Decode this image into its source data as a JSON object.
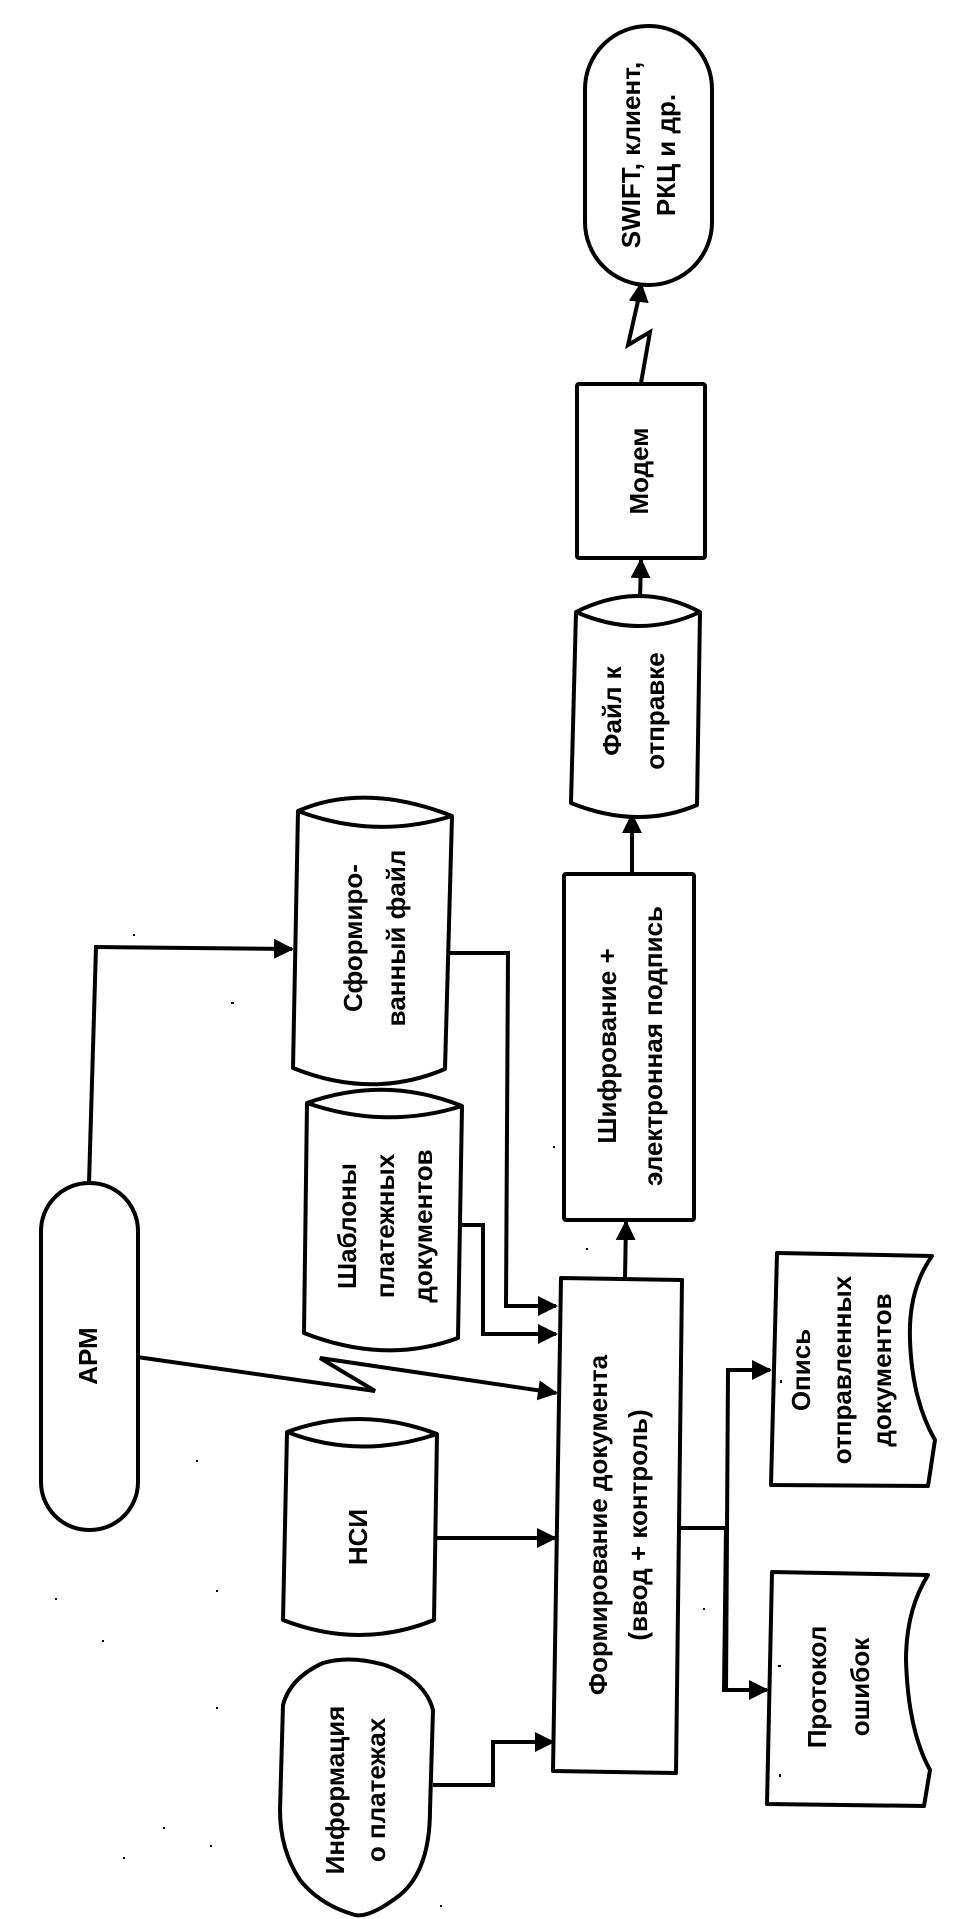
{
  "diagram": {
    "type": "flowchart",
    "orientation": "rotated-90-ccw",
    "colors": {
      "stroke": "#000000",
      "fill": "#ffffff",
      "text": "#000000"
    },
    "nodes": {
      "swift": {
        "shape": "terminator",
        "lines": [
          "SWIFT, клиент,",
          "РКЦ и др."
        ]
      },
      "modem": {
        "shape": "process",
        "lines": [
          "Модем"
        ]
      },
      "file_to_send": {
        "shape": "stored-data",
        "lines": [
          "Файл к",
          "отправке"
        ]
      },
      "encryption": {
        "shape": "process",
        "lines": [
          "Шифрование +",
          "электронная подпись"
        ]
      },
      "formed_file": {
        "shape": "stored-data",
        "lines": [
          "Сформиро-",
          "ванный файл"
        ]
      },
      "templates": {
        "shape": "stored-data",
        "lines": [
          "Шаблоны",
          "платежных",
          "документов"
        ]
      },
      "arm": {
        "shape": "terminator",
        "lines": [
          "АРМ"
        ]
      },
      "nsi": {
        "shape": "stored-data",
        "lines": [
          "НСИ"
        ]
      },
      "payment_info": {
        "shape": "terminator",
        "lines": [
          "Информация",
          "о платежах"
        ]
      },
      "doc_formation": {
        "shape": "process",
        "lines": [
          "Формирование документа",
          "(ввод + контроль)"
        ]
      },
      "sent_inventory": {
        "shape": "document",
        "lines": [
          "Опись",
          "отправленных",
          "документов"
        ]
      },
      "error_log": {
        "shape": "document",
        "lines": [
          "Протокол",
          "ошибок"
        ]
      }
    },
    "edges": [
      {
        "from": "payment_info",
        "to": "doc_formation",
        "style": "arrow"
      },
      {
        "from": "nsi",
        "to": "doc_formation",
        "style": "arrow"
      },
      {
        "from": "arm",
        "to": "doc_formation",
        "style": "communication-link"
      },
      {
        "from": "arm",
        "to": "formed_file",
        "style": "arrow"
      },
      {
        "from": "templates",
        "to": "doc_formation",
        "style": "arrow"
      },
      {
        "from": "formed_file",
        "to": "doc_formation",
        "style": "arrow"
      },
      {
        "from": "doc_formation",
        "to": "encryption",
        "style": "arrow"
      },
      {
        "from": "doc_formation",
        "to": "sent_inventory",
        "style": "arrow"
      },
      {
        "from": "doc_formation",
        "to": "error_log",
        "style": "arrow"
      },
      {
        "from": "encryption",
        "to": "file_to_send",
        "style": "arrow"
      },
      {
        "from": "file_to_send",
        "to": "modem",
        "style": "arrow"
      },
      {
        "from": "modem",
        "to": "swift",
        "style": "communication-link"
      }
    ]
  }
}
